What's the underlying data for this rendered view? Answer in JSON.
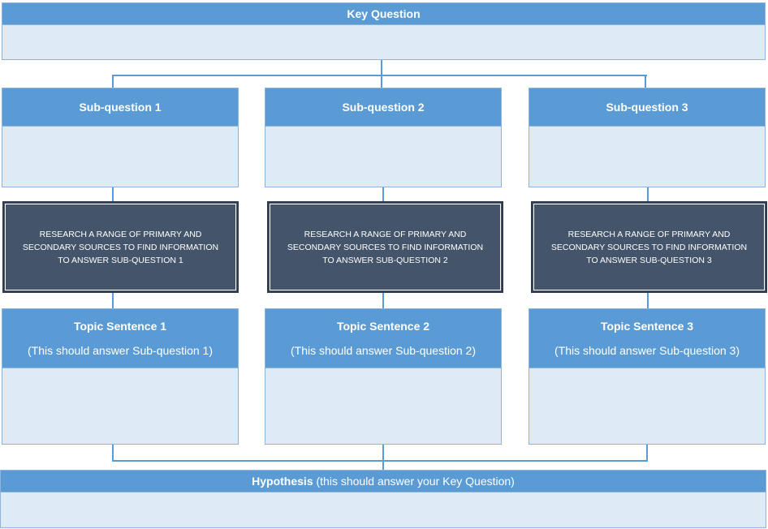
{
  "key_question": {
    "title": "Key Question"
  },
  "columns": [
    {
      "sub_question": "Sub-question 1",
      "research": "RESEARCH A RANGE OF PRIMARY AND SECONDARY SOURCES TO FIND INFORMATION TO ANSWER SUB-QUESTION 1",
      "topic_title": "Topic Sentence 1",
      "topic_hint": "(This should answer Sub-question 1)"
    },
    {
      "sub_question": "Sub-question 2",
      "research": "RESEARCH A RANGE OF PRIMARY AND SECONDARY SOURCES TO FIND INFORMATION TO ANSWER SUB-QUESTION 2",
      "topic_title": "Topic Sentence 2",
      "topic_hint": "(This should answer Sub-question 2)"
    },
    {
      "sub_question": "Sub-question 3",
      "research": "RESEARCH A RANGE OF PRIMARY AND SECONDARY SOURCES TO FIND INFORMATION TO ANSWER SUB-QUESTION 3",
      "topic_title": "Topic Sentence 3",
      "topic_hint": "(This should answer Sub-question 3)"
    }
  ],
  "hypothesis": {
    "title": "Hypothesis",
    "hint": "(this should answer your Key Question)"
  },
  "colors": {
    "header": "#5b9bd5",
    "body": "#deeaf6",
    "research": "#44546a"
  }
}
